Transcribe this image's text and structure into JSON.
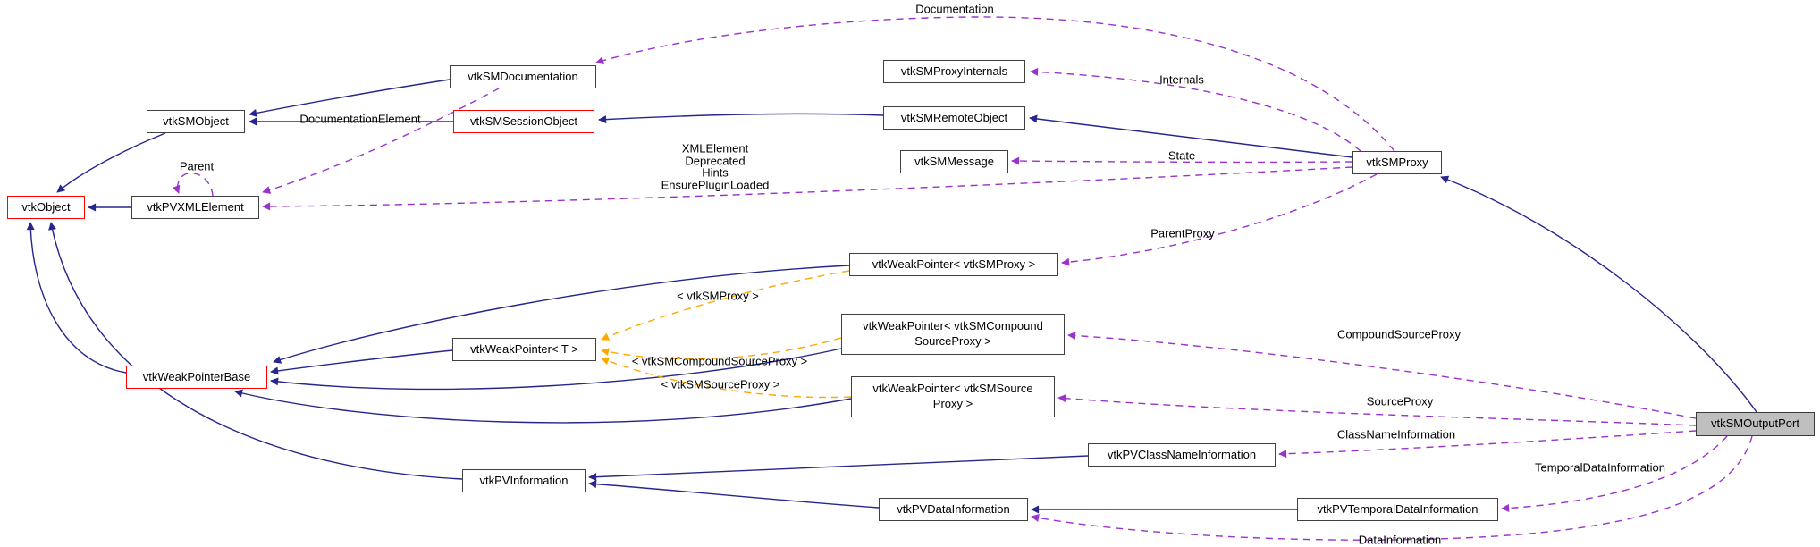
{
  "diagram": {
    "type": "doxygen-collaboration-graph",
    "subject": "vtkSMOutputPort"
  },
  "colors": {
    "inheritance_edge": "#26268c",
    "usage_edge": "#9a32cd",
    "template_edge": "#ffa800",
    "highlight_border": "#ff0000",
    "node_border": "#404040",
    "subject_fill": "#bfbfbf",
    "background": "#ffffff"
  },
  "nodes": [
    {
      "id": "vtkObject",
      "label": "vtkObject",
      "variant": "red"
    },
    {
      "id": "vtkSMObject",
      "label": "vtkSMObject",
      "variant": "normal"
    },
    {
      "id": "vtkPVXMLElement",
      "label": "vtkPVXMLElement",
      "variant": "normal"
    },
    {
      "id": "vtkSMDocumentation",
      "label": "vtkSMDocumentation",
      "variant": "normal"
    },
    {
      "id": "vtkSMSessionObject",
      "label": "vtkSMSessionObject",
      "variant": "red"
    },
    {
      "id": "vtkSMProxyInternals",
      "label": "vtkSMProxyInternals",
      "variant": "normal"
    },
    {
      "id": "vtkSMRemoteObject",
      "label": "vtkSMRemoteObject",
      "variant": "normal"
    },
    {
      "id": "vtkSMMessage",
      "label": "vtkSMMessage",
      "variant": "normal"
    },
    {
      "id": "vtkSMProxy",
      "label": "vtkSMProxy",
      "variant": "normal"
    },
    {
      "id": "vtkWeakPointer_vtkSMProxy",
      "label": "vtkWeakPointer< vtkSMProxy >",
      "variant": "normal"
    },
    {
      "id": "vtkWeakPointer_T",
      "label": "vtkWeakPointer< T >",
      "variant": "normal"
    },
    {
      "id": "vtkWeakPointer_vtkSMCompoundSourceProxy",
      "label": "vtkWeakPointer< vtkSMCompound\nSourceProxy >",
      "variant": "normal"
    },
    {
      "id": "vtkWeakPointer_vtkSMSourceProxy",
      "label": "vtkWeakPointer< vtkSMSource\nProxy >",
      "variant": "normal"
    },
    {
      "id": "vtkWeakPointerBase",
      "label": "vtkWeakPointerBase",
      "variant": "red"
    },
    {
      "id": "vtkPVInformation",
      "label": "vtkPVInformation",
      "variant": "normal"
    },
    {
      "id": "vtkPVClassNameInformation",
      "label": "vtkPVClassNameInformation",
      "variant": "normal"
    },
    {
      "id": "vtkPVDataInformation",
      "label": "vtkPVDataInformation",
      "variant": "normal"
    },
    {
      "id": "vtkPVTemporalDataInformation",
      "label": "vtkPVTemporalDataInformation",
      "variant": "normal"
    },
    {
      "id": "vtkSMOutputPort",
      "label": "vtkSMOutputPort",
      "variant": "subject"
    }
  ],
  "edge_labels": {
    "documentation": "Documentation",
    "internals": "Internals",
    "state": "State",
    "xml_block": "XMLElement\nDeprecated\nHints\nEnsurePluginLoaded",
    "documentation_element": "DocumentationElement",
    "parent": "Parent",
    "parent_proxy": "ParentProxy",
    "tpl_proxy": "< vtkSMProxy >",
    "tpl_compound": "< vtkSMCompoundSourceProxy >",
    "tpl_source": "< vtkSMSourceProxy >",
    "compound_source_proxy": "CompoundSourceProxy",
    "source_proxy": "SourceProxy",
    "class_name_information": "ClassNameInformation",
    "temporal_data_information": "TemporalDataInformation",
    "data_information": "DataInformation"
  }
}
